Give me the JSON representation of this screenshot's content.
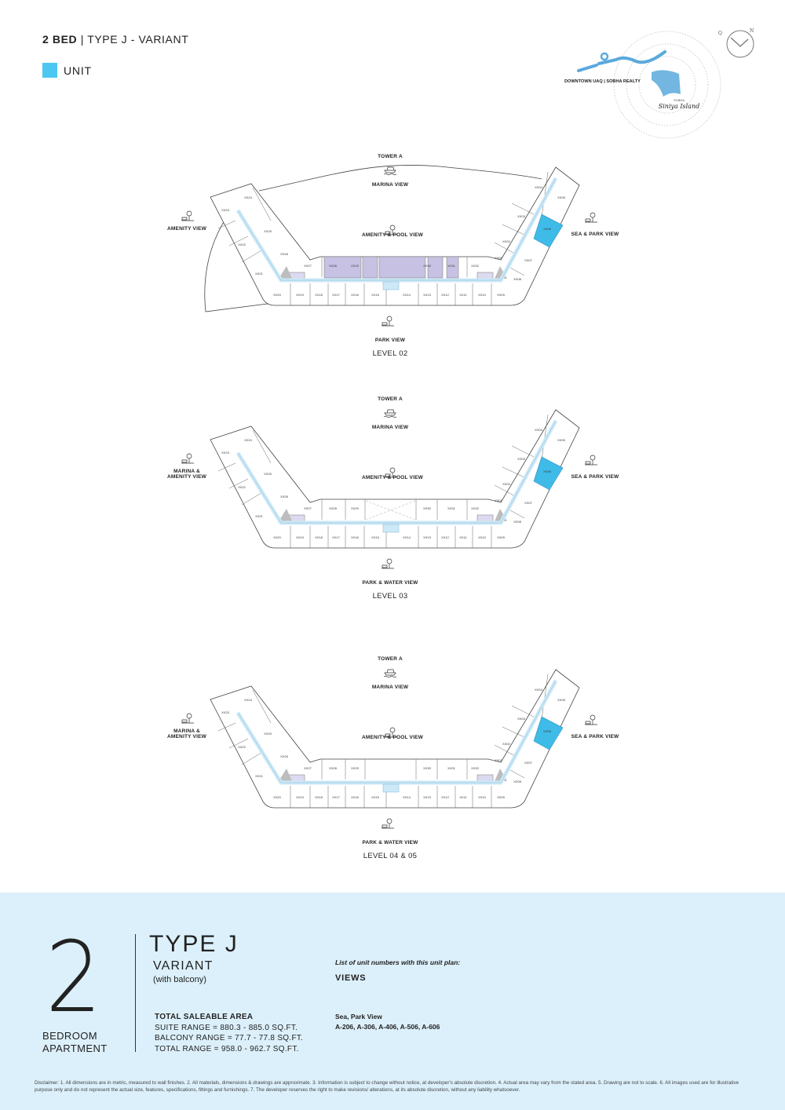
{
  "header": {
    "bed": "2 BED",
    "type": "| TYPE J - VARIANT"
  },
  "legend": {
    "label": "UNIT",
    "color": "#4cc7f2"
  },
  "logo": {
    "developer": "DOWNTOWN UAQ | SOBHA REALTY",
    "brand_small": "SOBHA",
    "brand_script": "Siniya Island",
    "compass_q": "Q",
    "compass_n": "N"
  },
  "colors": {
    "unit": "#3fbbe8",
    "corridor": "#cde9f7",
    "amenity": "#c7c2e3",
    "core": "#bdbdbd",
    "panel": "#dcf0fb"
  },
  "levels": [
    {
      "name": "LEVEL 02",
      "tower": "TOWER A",
      "top_view": "MARINA VIEW",
      "center_view": "AMENITY & POOL VIEW",
      "left_view": "AMENITY VIEW",
      "right_view": "SEA & PARK VIEW",
      "bottom_view": "PARK VIEW"
    },
    {
      "name": "LEVEL 03",
      "tower": "TOWER A",
      "top_view": "MARINA VIEW",
      "center_view": "AMENITY & POOL VIEW",
      "left_view": "MARINA & AMENITY VIEW",
      "right_view": "SEA & PARK VIEW",
      "bottom_view": "PARK & WATER VIEW"
    },
    {
      "name": "LEVEL 04 & 05",
      "tower": "TOWER A",
      "top_view": "MARINA VIEW",
      "center_view": "AMENITY & POOL VIEW",
      "left_view": "MARINA & AMENITY VIEW",
      "right_view": "SEA & PARK VIEW",
      "bottom_view": "PARK & WATER VIEW"
    }
  ],
  "unit_labels": {
    "left_wing": [
      "XX23",
      "XX24",
      "XX25",
      "XX22",
      "XX26",
      "XX21"
    ],
    "top_row": [
      "XX27",
      "XX28",
      "XX29",
      "XX30",
      "XX31",
      "XX32"
    ],
    "bottom_row": [
      "XX20",
      "XX19",
      "XX18",
      "XX17",
      "XX16",
      "XX15",
      "XX14",
      "XX13",
      "XX12",
      "XX11",
      "XX10",
      "XX09"
    ],
    "right_wing": [
      "XX04",
      "XX05",
      "XX03",
      "XX06",
      "XX02",
      "XX01",
      "XX07",
      "XX08"
    ],
    "highlighted": "XX06"
  },
  "info": {
    "bed_count": "2",
    "bed_label_1": "BEDROOM",
    "bed_label_2": "APARTMENT",
    "type": "TYPE J",
    "variant": "VARIANT",
    "variant_note": "(with balcony)",
    "area_title": "TOTAL SALEABLE AREA",
    "suite_range": "SUITE RANGE = 880.3 - 885.0 SQ.FT.",
    "balcony_range": "BALCONY RANGE = 77.7 - 77.8 SQ.FT.",
    "total_range": "TOTAL RANGE = 958.0 - 962.7 SQ.FT.",
    "list_heading": "List of unit numbers with this unit plan:",
    "views_heading": "VIEWS",
    "view_name": "Sea, Park View",
    "unit_numbers": "A-206, A-306, A-406, A-506, A-606"
  },
  "disclaimer": "Disclaimer: 1. All dimensions are in metric, measured to wall finishes. 2. All materials, dimensions & drawings are approximate. 3. Information is subject to change without notice, at developer's absolute discretion. 4. Actual area may vary from the stated area. 5. Drawing are not to scale. 6. All images used are for illustrative purpose only and do not represent the actual size, features, specifications, fittings and furnishings. 7. The developer reserves the right to make revisions/ alterations, at its absolute discretion, without any liability whatsoever."
}
